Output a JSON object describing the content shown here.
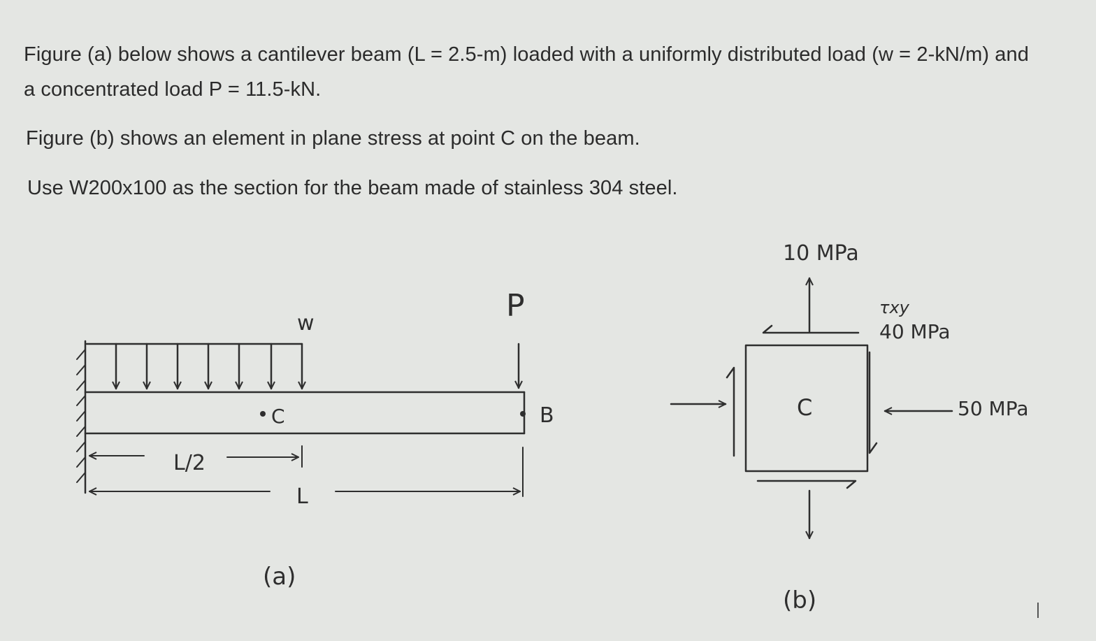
{
  "problem": {
    "paragraph1": "Figure (a) below shows a cantilever beam (L = 2.5-m) loaded with a uniformly distributed load (w = 2-kN/m) and a concentrated load P = 11.5-kN.",
    "paragraph2": "Figure (b) shows an element in plane stress at point C on the beam.",
    "paragraph3": "Use W200x100 as the section for the beam made of stainless 304 steel."
  },
  "figure_a": {
    "load_w_label": "w",
    "load_p_label": "P",
    "point_c_label": "C",
    "point_b_label": "B",
    "half_length_label": "L/2",
    "length_label": "L",
    "caption": "(a)"
  },
  "figure_b": {
    "top_stress_label": "10 MPa",
    "shear_symbol_label": "τxy",
    "shear_stress_label": "40 MPa",
    "side_stress_label": "50 MPa",
    "center_label": "C",
    "caption": "(b)"
  }
}
